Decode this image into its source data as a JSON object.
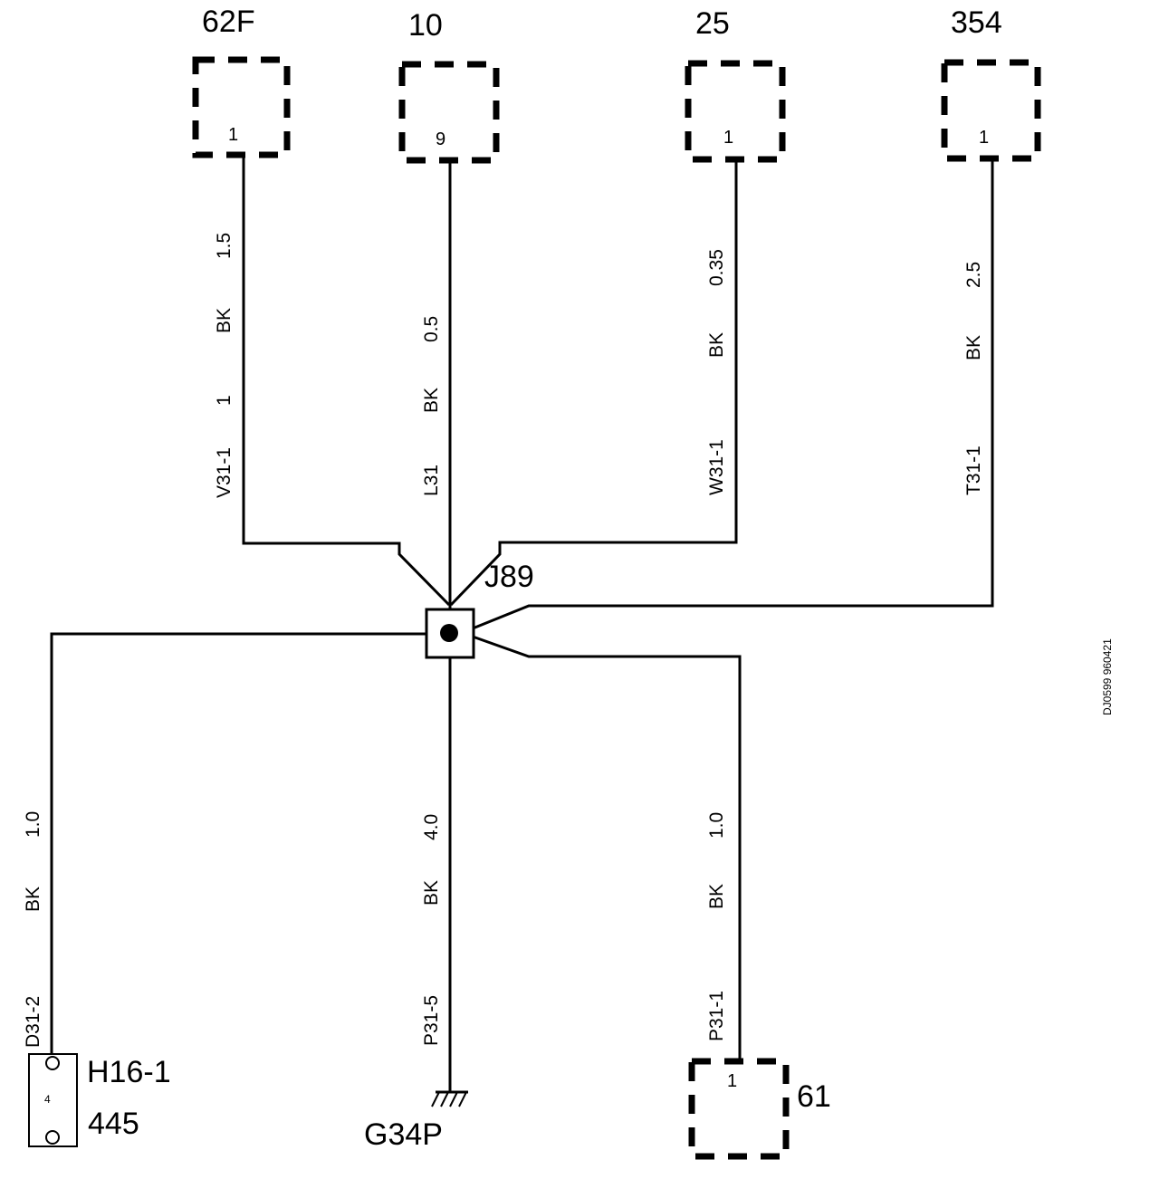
{
  "connectors": {
    "c62f": {
      "name": "62F",
      "pin": "1"
    },
    "c10": {
      "name": "10",
      "pin": "9"
    },
    "c25": {
      "name": "25",
      "pin": "1"
    },
    "c354": {
      "name": "354",
      "pin": "1"
    },
    "c61": {
      "name": "61",
      "pin": "1"
    },
    "h16": {
      "name": "H16-1",
      "sub": "445",
      "pin": "4"
    }
  },
  "junction": {
    "name": "J89"
  },
  "ground": {
    "name": "G34P"
  },
  "wires": {
    "v31": {
      "id": "V31-1",
      "n": "1",
      "color": "BK",
      "size": "1.5"
    },
    "l31": {
      "id": "L31",
      "color": "BK",
      "size": "0.5"
    },
    "w31": {
      "id": "W31-1",
      "color": "BK",
      "size": "0.35"
    },
    "t31": {
      "id": "T31-1",
      "color": "BK",
      "size": "2.5"
    },
    "d31": {
      "id": "D31-2",
      "color": "BK",
      "size": "1.0"
    },
    "p31_5": {
      "id": "P31-5",
      "color": "BK",
      "size": "4.0"
    },
    "p31_1": {
      "id": "P31-1",
      "color": "BK",
      "size": "1.0"
    }
  },
  "doc_code": "DJ0599 960421"
}
